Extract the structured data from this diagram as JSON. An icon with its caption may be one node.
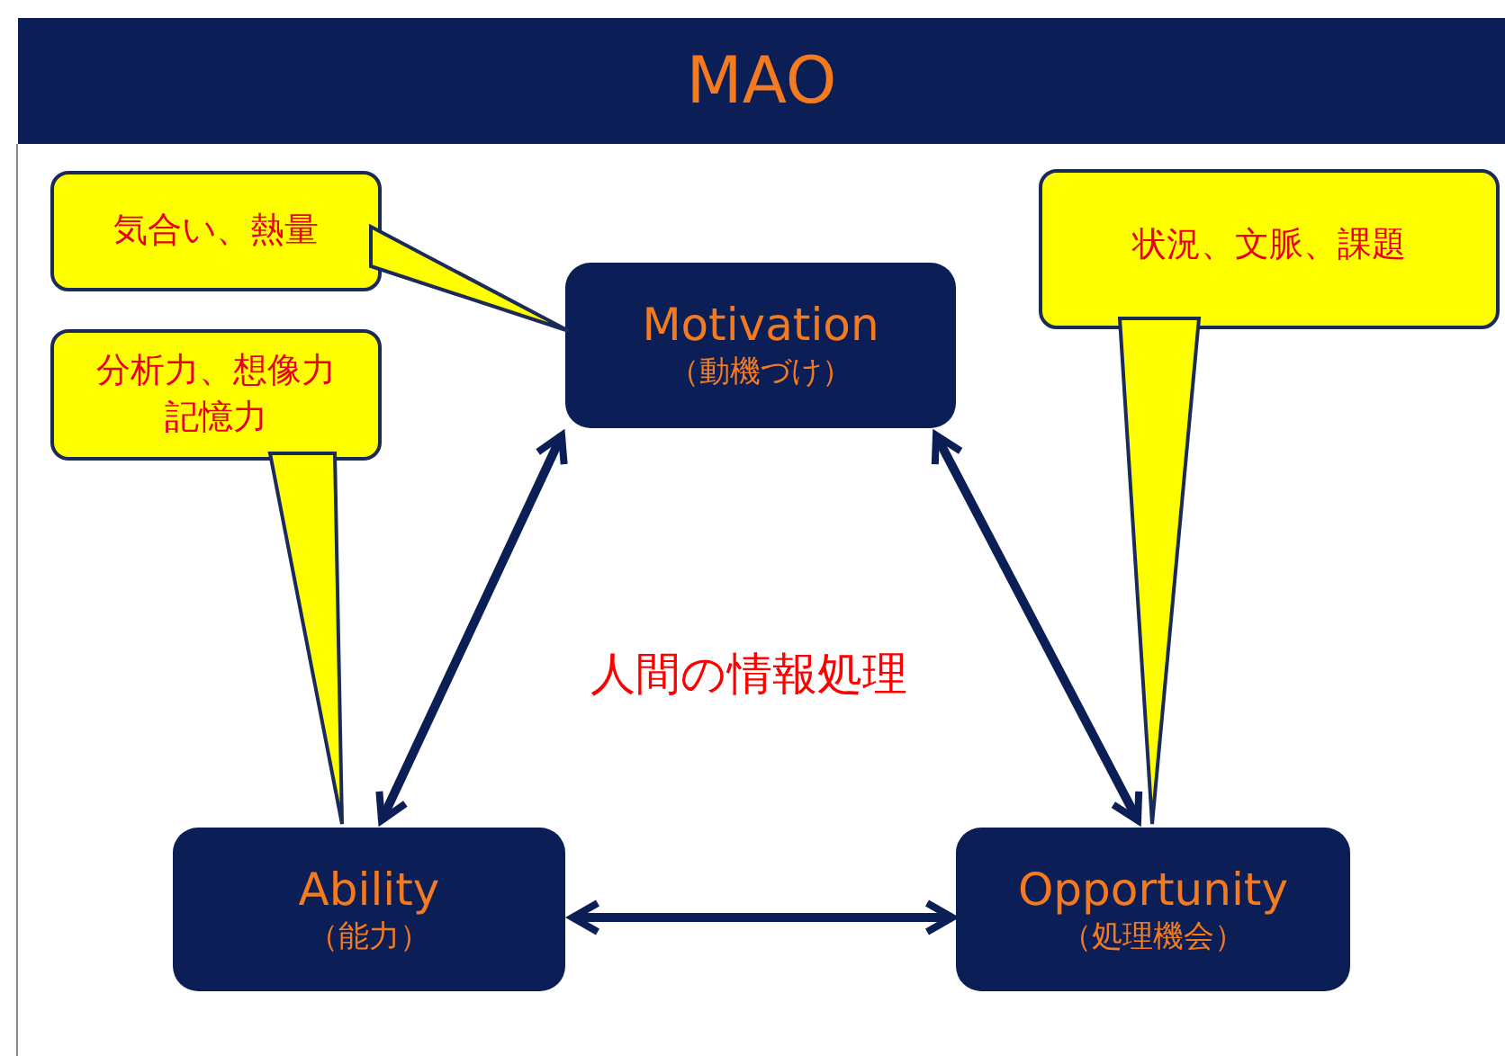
{
  "diagram": {
    "title": "MAO",
    "nodes": [
      {
        "text": [
          "気合い、熱量"
        ]
      },
      {
        "text": [
          "分析力、想像力記憶力"
        ]
      },
      {
        "text": [
          "Motivation",
          "（動機づけ）"
        ]
      },
      {
        "text": [
          "状況、文脈、課題"
        ]
      },
      {
        "text": [
          "Ability",
          "（能力）"
        ]
      },
      {
        "text": [
          "Opportunity",
          "（処理機会）"
        ]
      }
    ],
    "edges": [
      {
        "from": 2,
        "to": 4,
        "arrow": "both"
      },
      {
        "from": 2,
        "to": 5,
        "arrow": "both"
      },
      {
        "from": 4,
        "to": 5,
        "arrow": "both"
      },
      {
        "from": 0,
        "to": 2,
        "arrow": "none"
      },
      {
        "from": 1,
        "to": 4,
        "arrow": "none"
      },
      {
        "from": 3,
        "to": 5,
        "arrow": "none"
      }
    ],
    "labels": [
      "人間の情報処理"
    ]
  }
}
